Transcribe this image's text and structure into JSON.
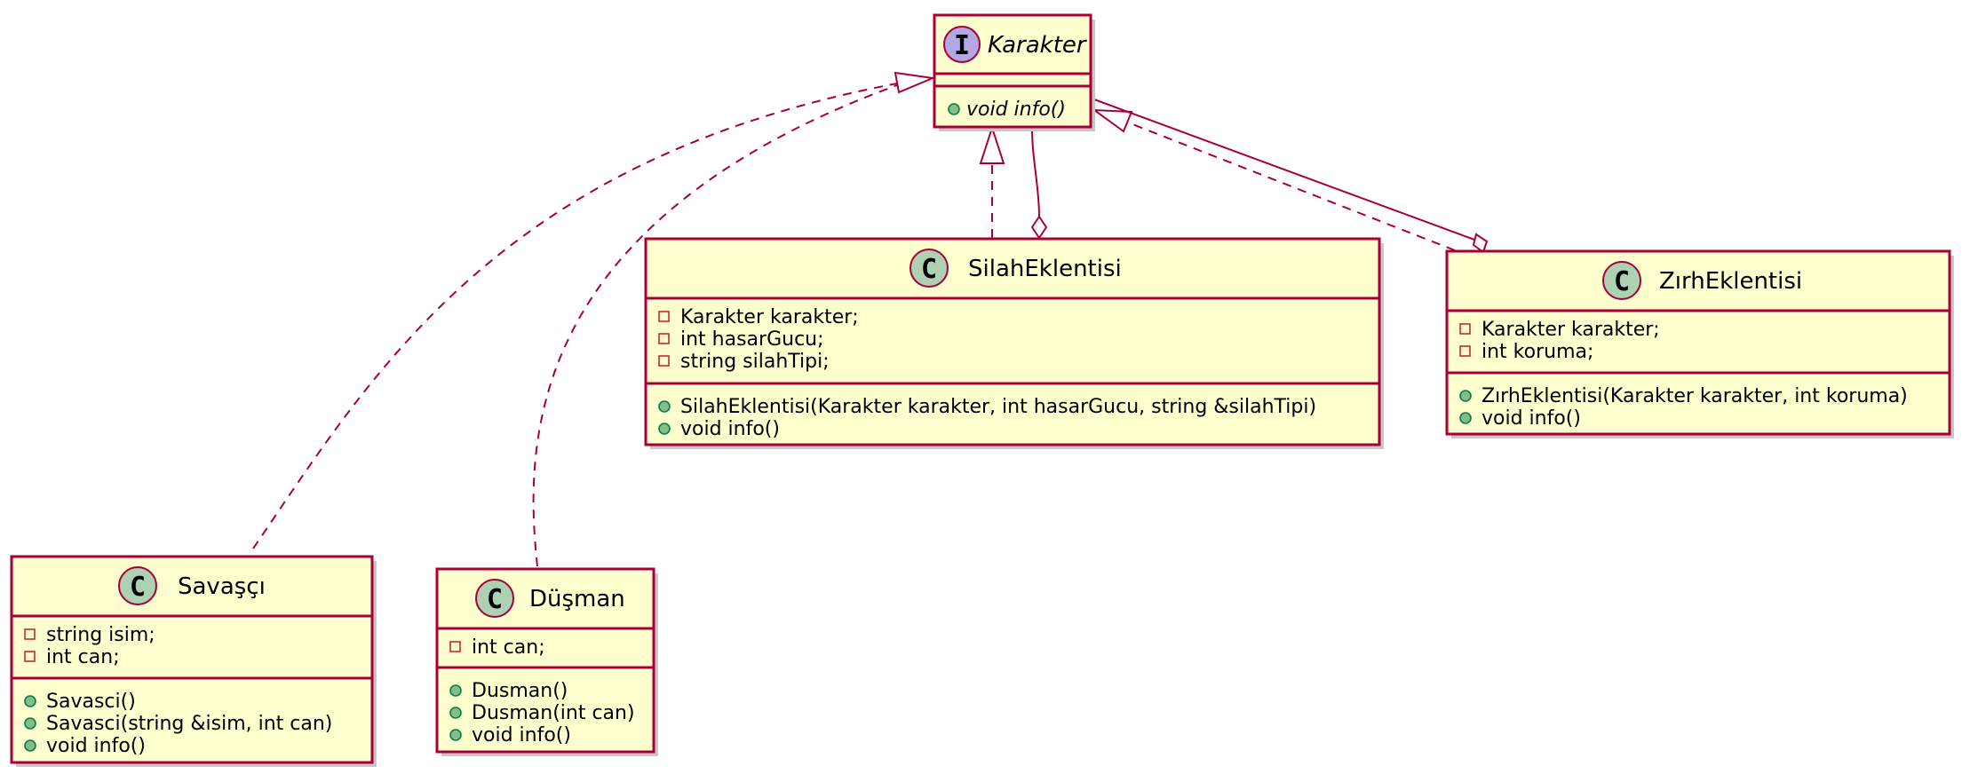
{
  "diagram": {
    "interface": {
      "name": "Karakter",
      "stereotype_letter": "I",
      "methods": [
        "void info()"
      ]
    },
    "classes": {
      "silah": {
        "name": "SilahEklentisi",
        "badge_letter": "C",
        "fields": [
          "Karakter karakter;",
          "int hasarGucu;",
          "string silahTipi;"
        ],
        "methods": [
          "SilahEklentisi(Karakter karakter, int hasarGucu, string &silahTipi)",
          "void info()"
        ]
      },
      "zirh": {
        "name": "ZırhEklentisi",
        "badge_letter": "C",
        "fields": [
          "Karakter karakter;",
          "int koruma;"
        ],
        "methods": [
          "ZırhEklentisi(Karakter karakter, int koruma)",
          "void info()"
        ]
      },
      "savasci": {
        "name": "Savaşçı",
        "badge_letter": "C",
        "fields": [
          "string isim;",
          "int can;"
        ],
        "methods": [
          "Savasci()",
          "Savasci(string &isim, int can)",
          "void info()"
        ]
      },
      "dusman": {
        "name": "Düşman",
        "badge_letter": "C",
        "fields": [
          "int can;"
        ],
        "methods": [
          "Dusman()",
          "Dusman(int can)",
          "void info()"
        ]
      }
    },
    "colors": {
      "class_fill": "#FEFECE",
      "border": "#A80036",
      "class_badge": "#ADD1B2",
      "interface_badge": "#B4A7E5"
    }
  }
}
